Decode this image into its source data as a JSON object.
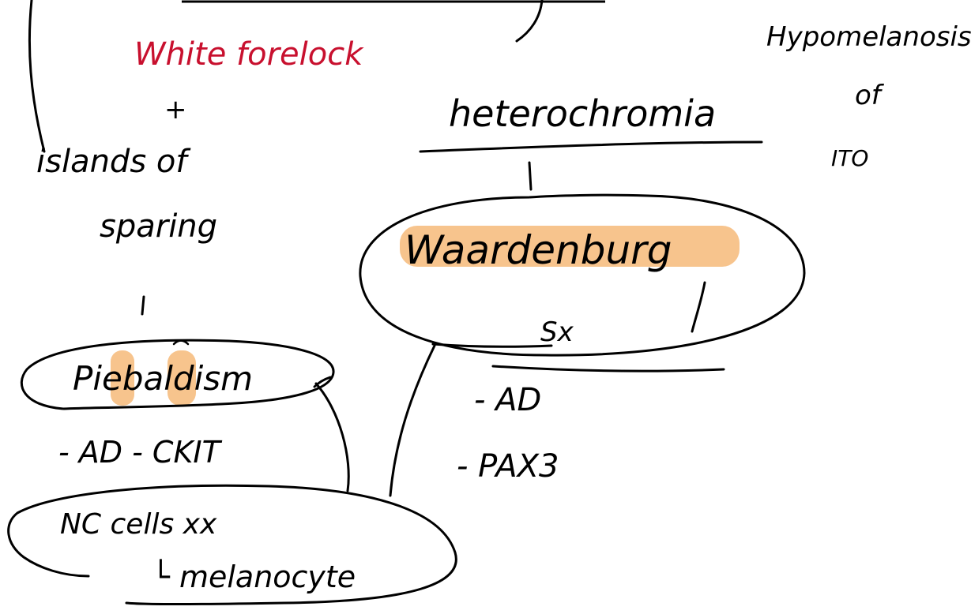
{
  "notes": {
    "white_forelock": "White forelock",
    "plus": "+",
    "islands_of": "islands of",
    "sparing": "sparing",
    "heterochromia": "heterochromia",
    "hypomelanosis": "Hypomelanosis",
    "of": "of",
    "ito": "ITO",
    "waardenburg": "Waardenburg",
    "sx": "Sx",
    "dash_ad": "-  AD",
    "dash_pax3": "-  PAX3",
    "piebaldism": "Piebaldism",
    "ad_ckit": "- AD  - CKIT",
    "nc_cells": "NC  cells  xx",
    "melanocyte": "└ melanocyte"
  },
  "colors": {
    "ink": "#000000",
    "red_ink": "#c8102e",
    "highlight": "#f7c48d"
  }
}
